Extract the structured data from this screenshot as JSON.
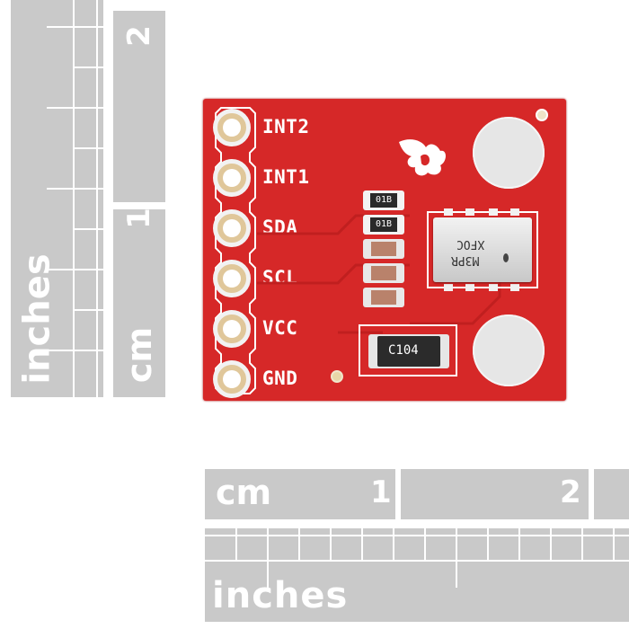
{
  "image": {
    "subject": "sparkfun-pressure-sensor-breakout",
    "colors": {
      "pcb": "#d62828",
      "silkscreen": "#ffffff",
      "ruler": "#c9c9c9",
      "background": "#ffffff"
    }
  },
  "ruler_vertical": {
    "inches_label": "inches",
    "cm_label": "cm",
    "cm_marks": [
      "1",
      "2"
    ]
  },
  "ruler_horizontal": {
    "cm_label": "cm",
    "cm_marks": [
      "1",
      "2"
    ],
    "inches_label": "inches"
  },
  "board": {
    "pins": [
      "INT2",
      "INT1",
      "SDA",
      "SCL",
      "VCC",
      "GND"
    ],
    "chip_markings": [
      "M3PR",
      "XFOC"
    ],
    "capacitor_label": "C104",
    "resistor_labels": [
      "01B",
      "01B"
    ],
    "logo_icon": "flame-icon"
  }
}
